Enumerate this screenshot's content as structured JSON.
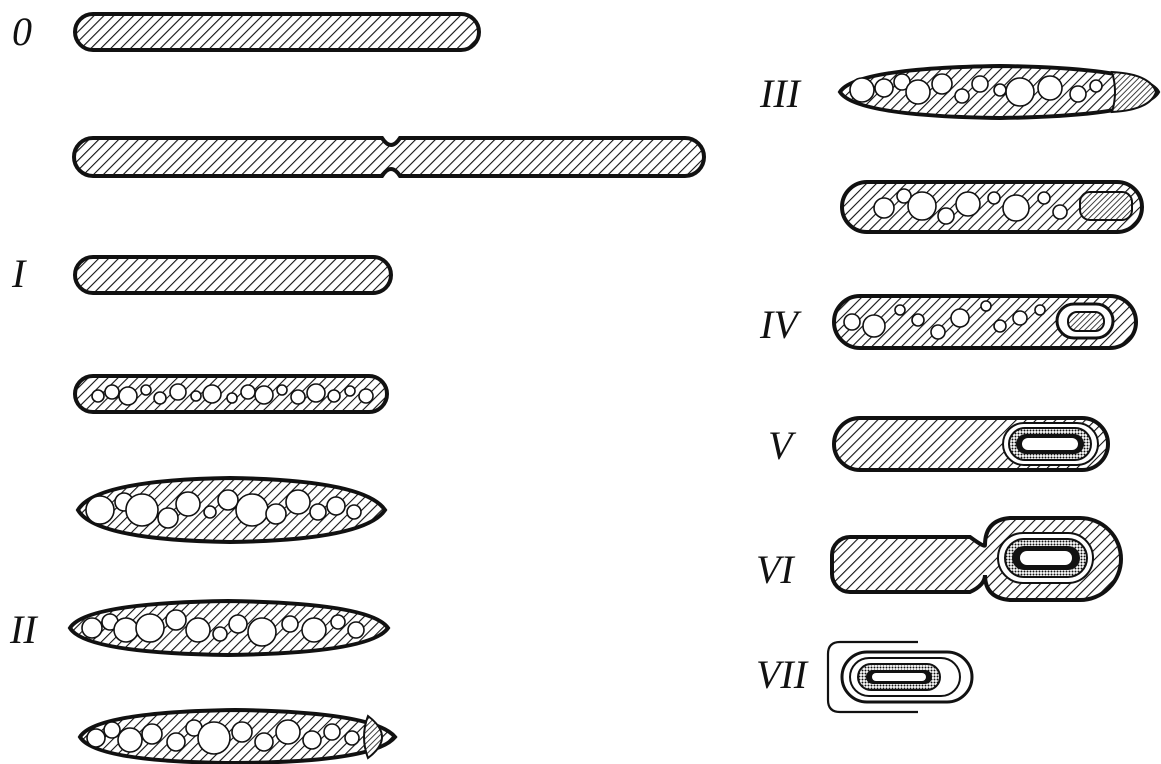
{
  "figure": {
    "description": "Stages of bacterial endospore formation",
    "stages": [
      {
        "id": "0",
        "label": "0"
      },
      {
        "id": "I",
        "label": "I"
      },
      {
        "id": "II",
        "label": "II"
      },
      {
        "id": "III",
        "label": "III"
      },
      {
        "id": "IV",
        "label": "IV"
      },
      {
        "id": "V",
        "label": "V"
      },
      {
        "id": "VI",
        "label": "VI"
      },
      {
        "id": "VII",
        "label": "VII"
      }
    ]
  }
}
